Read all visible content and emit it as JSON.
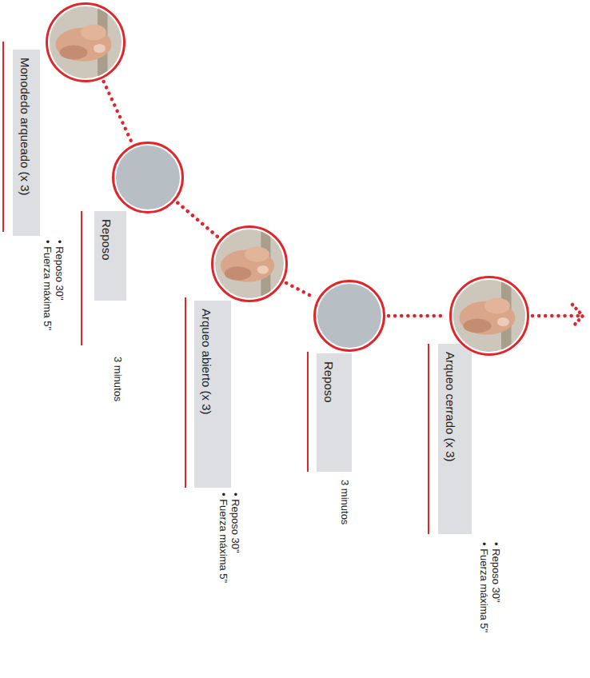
{
  "diagram": {
    "nodes": [
      {
        "text": [
          "Monodedo arqueado (x 3)",
          "• Fuerza máxima 5\"",
          "• Reposo 30\""
        ]
      },
      {
        "text": [
          "Reposo",
          "3 minutos"
        ]
      },
      {
        "text": [
          "Arqueo abierto (x 3)",
          "• Fuerza máxima 5\"",
          "• Reposo 30\""
        ]
      },
      {
        "text": [
          "Reposo",
          "3 minutos"
        ]
      },
      {
        "text": [
          "Arqueo cerrado (x 3)",
          "• Fuerza máxima 5\"",
          "• Reposo 30\""
        ]
      }
    ],
    "edges": [
      {
        "from": 0,
        "to": 1,
        "arrow": "none"
      },
      {
        "from": 1,
        "to": 2,
        "arrow": "none"
      },
      {
        "from": 2,
        "to": 3,
        "arrow": "none"
      },
      {
        "from": 3,
        "to": 4,
        "arrow": "none"
      }
    ]
  }
}
